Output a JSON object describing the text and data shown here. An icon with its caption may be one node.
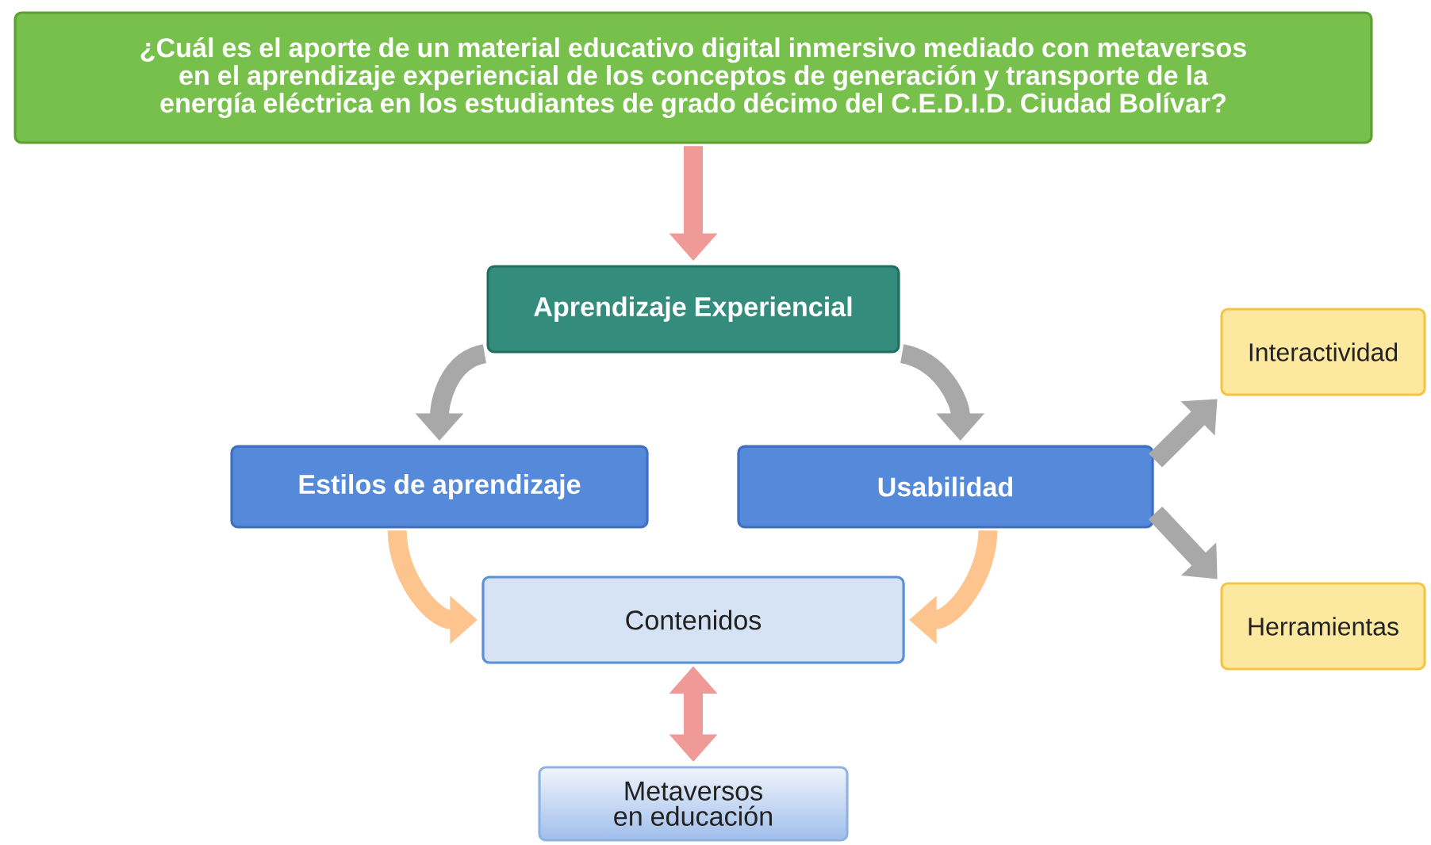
{
  "diagram": {
    "nodes": [
      {
        "text": [
          "¿Cuál es el aporte de un material educativo digital inmersivo mediado con metaversos en el aprendizaje experiencial de los conceptos de generación y transporte de la energía eléctrica en los estudiantes de grado décimo del C.E.D.I.D. Ciudad Bolívar?"
        ]
      },
      {
        "text": [
          "Aprendizaje Experiencial"
        ]
      },
      {
        "text": [
          "Estilos de aprendizaje"
        ]
      },
      {
        "text": [
          "Usabilidad"
        ]
      },
      {
        "text": [
          "Interactividad"
        ]
      },
      {
        "text": [
          "Herramientas"
        ]
      },
      {
        "text": [
          "Contenidos"
        ]
      },
      {
        "text": [
          "Metaversos en educación"
        ]
      }
    ],
    "edges": [
      {
        "from": 0,
        "to": 1,
        "arrow": "to",
        "color": "#f09a98"
      },
      {
        "from": 1,
        "to": 2,
        "arrow": "to"
      },
      {
        "from": 1,
        "to": 3,
        "arrow": "to"
      },
      {
        "from": 3,
        "to": 4,
        "arrow": "to"
      },
      {
        "from": 3,
        "to": 5,
        "arrow": "to"
      },
      {
        "from": 2,
        "to": 6,
        "arrow": "to",
        "color": "#fdc48e"
      },
      {
        "from": 3,
        "to": 6,
        "arrow": "to",
        "color": "#fdc48e"
      },
      {
        "from": 6,
        "to": 7,
        "arrow": "both",
        "color": "#f09a98"
      }
    ]
  }
}
